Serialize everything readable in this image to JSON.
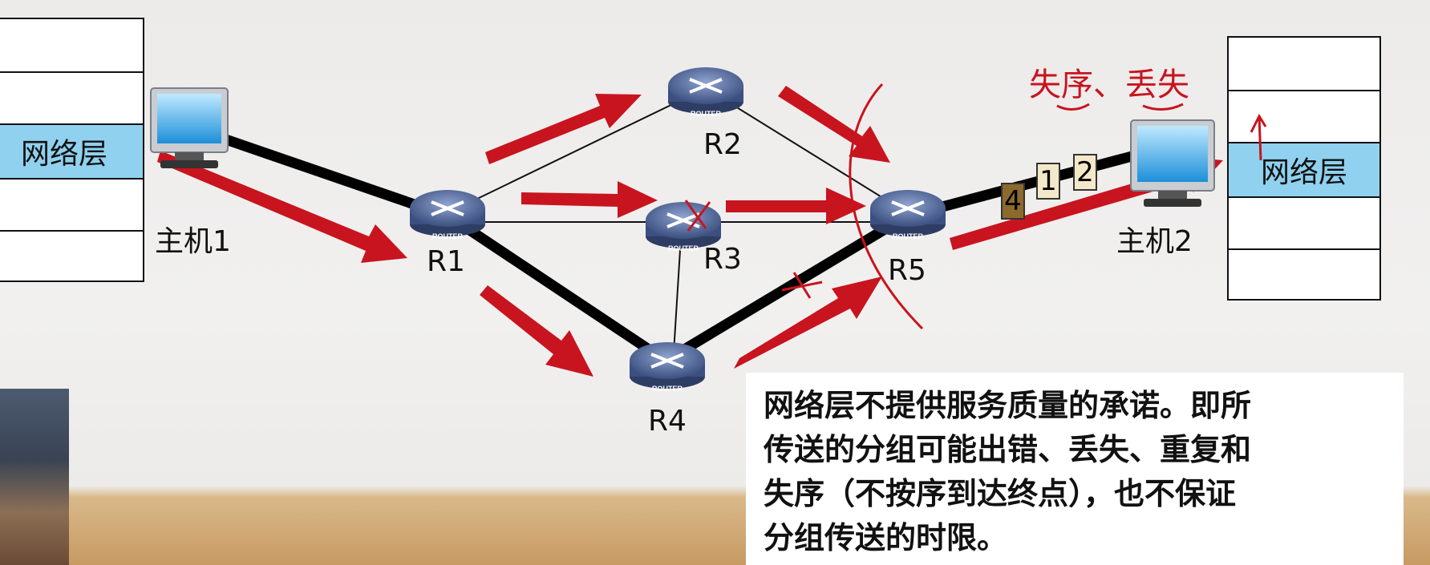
{
  "host1": {
    "label": "主机1",
    "layer_label": "网络层"
  },
  "host2": {
    "label": "主机2",
    "layer_label": "网络层"
  },
  "routers": {
    "r1": {
      "name": "R1",
      "badge": "ROUTER"
    },
    "r2": {
      "name": "R2",
      "badge": "ROUTER"
    },
    "r3": {
      "name": "R3",
      "badge": "ROUTER"
    },
    "r4": {
      "name": "R4",
      "badge": "ROUTER"
    },
    "r5": {
      "name": "R5",
      "badge": "ROUTER"
    }
  },
  "packets": [
    {
      "label": "4",
      "color": "#8b6a2c"
    },
    {
      "label": "1",
      "color": "#f3e8c8"
    },
    {
      "label": "2",
      "color": "#f3e8c8"
    }
  ],
  "annotation": "失序、丢失",
  "textbox": {
    "lines": [
      "网络层不提供服务质量的承诺。即所",
      "传送的分组可能出错、丢失、重复和",
      "失序（不按序到达终点），也不保证",
      "分组传送的时限。"
    ]
  },
  "colors": {
    "arrow": "#c8141e",
    "link_thick": "#000000",
    "router": "#4a5f8f",
    "highlight": "#8fd1ef"
  }
}
